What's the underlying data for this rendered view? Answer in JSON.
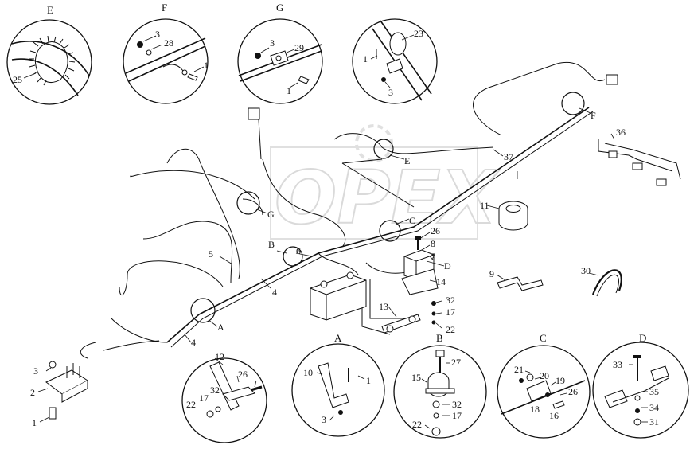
{
  "watermark": {
    "text": "OPEX"
  },
  "details": {
    "e": {
      "title": "E",
      "c1": "25"
    },
    "f": {
      "title": "F",
      "c1": "3",
      "c2": "28",
      "c3": "1"
    },
    "g": {
      "title": "G",
      "c1": "3",
      "c2": "29",
      "c3": "1"
    },
    "c23": {
      "c1": "23",
      "c2": "1",
      "c3": "3"
    },
    "c12": {
      "c1": "12",
      "c2": "26",
      "c3": "32",
      "c4": "17",
      "c5": "22"
    },
    "a": {
      "title": "A",
      "c1": "10",
      "c2": "1",
      "c3": "3"
    },
    "b": {
      "title": "B",
      "c1": "27",
      "c2": "15",
      "c3": "32",
      "c4": "17",
      "c5": "22"
    },
    "c": {
      "title": "C",
      "c1": "21",
      "c2": "20",
      "c3": "19",
      "c4": "26",
      "c5": "18",
      "c6": "16"
    },
    "d": {
      "title": "D",
      "c1": "33",
      "c2": "35",
      "c3": "34",
      "c4": "31"
    }
  },
  "main": {
    "f": "F",
    "e": "E",
    "g": "G",
    "a": "A",
    "b": "B",
    "c": "C",
    "d": "D",
    "p37": "37",
    "p11": "11",
    "p9": "9",
    "p30": "30",
    "p36": "36",
    "p26": "26",
    "p8": "8",
    "p7": "7",
    "p14": "14",
    "p32": "32",
    "p17": "17",
    "p22": "22",
    "p13": "13",
    "p6": "6",
    "p5": "5",
    "p4a": "4",
    "p4b": "4",
    "p3": "3",
    "p2": "2",
    "p1": "1"
  }
}
